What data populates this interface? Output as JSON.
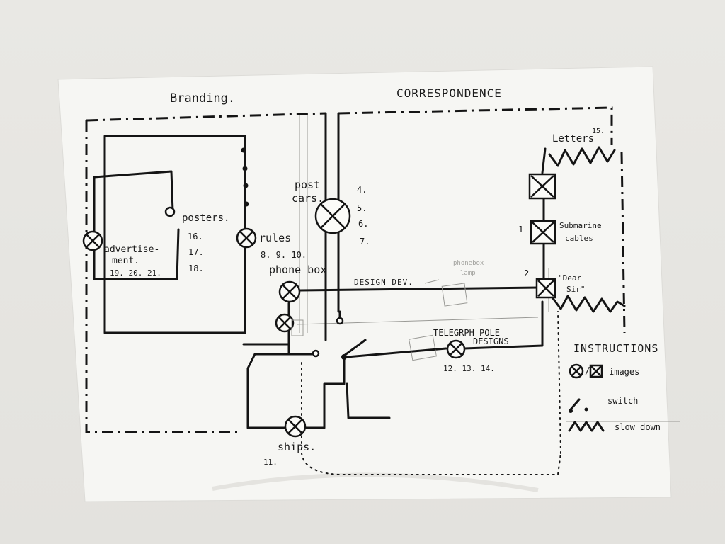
{
  "headings": {
    "branding": "Branding.",
    "correspondence": "CORRESPONDENCE"
  },
  "labels": {
    "post_cars": [
      "post",
      "cars."
    ],
    "post_numbers": [
      "4.",
      "5.",
      "6.",
      "7."
    ],
    "posters": "posters.",
    "poster_numbers": [
      "16.",
      "17.",
      "18."
    ],
    "rules": "rules",
    "rules_numbers": "8. 9. 10.",
    "advertisement": [
      "advertise-",
      "ment."
    ],
    "advertisement_numbers": "19. 20. 21.",
    "phone_box": "phone box",
    "design_dev": "DESIGN DEV.",
    "phonebox_lamp_pencil": [
      "phonebox",
      "lamp"
    ],
    "telegraph": [
      "TELEGRPH POLE",
      "DESIGNS"
    ],
    "telegraph_numbers": "12. 13. 14.",
    "ships": "ships.",
    "ships_number": "11.",
    "letters": "Letters",
    "letters_number": "15.",
    "submarine": [
      "Submarine",
      "cables"
    ],
    "submarine_number": "1",
    "dear": [
      "\"Dear",
      "Sir\""
    ],
    "dear_number": "2"
  },
  "legend": {
    "title": "INSTRUCTIONS",
    "images": "images",
    "switch": "switch",
    "slow_down": "slow down"
  }
}
